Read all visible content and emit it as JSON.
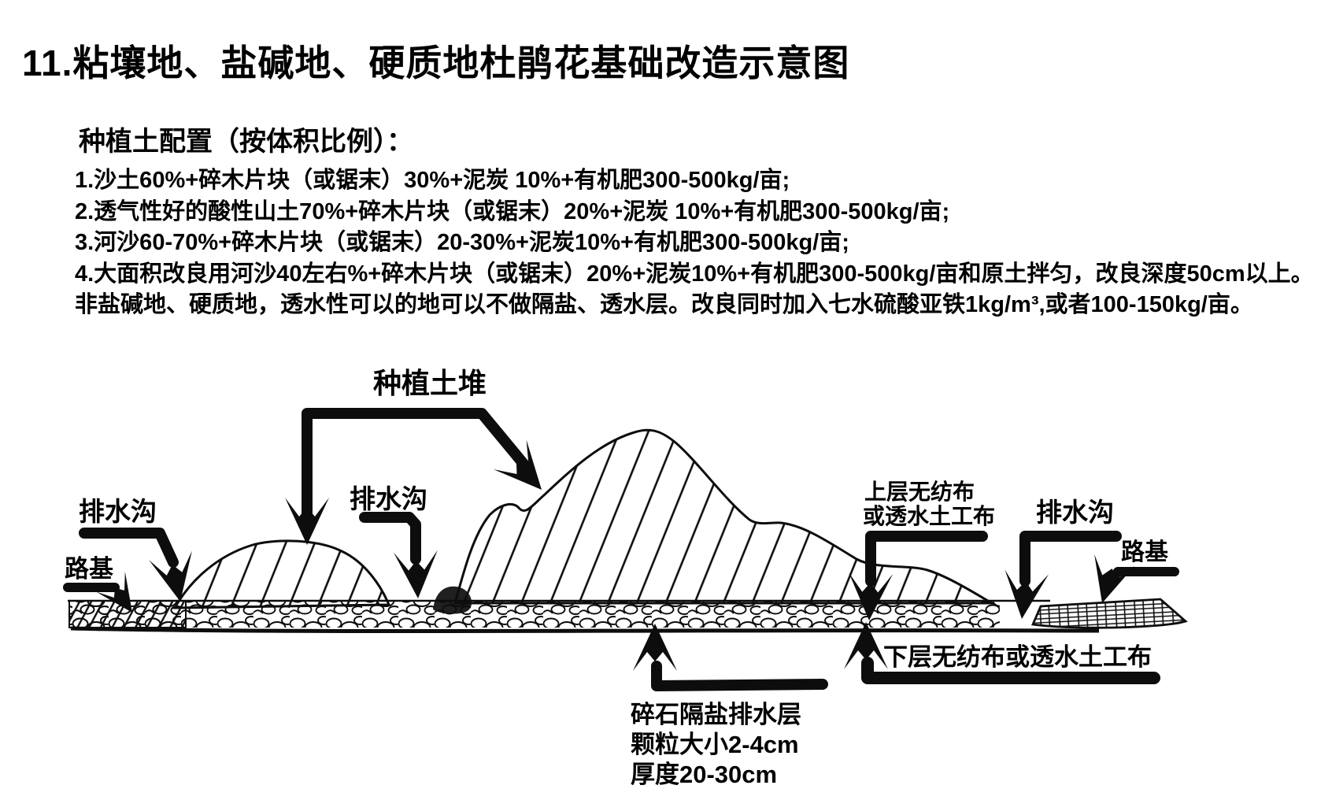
{
  "page": {
    "title": "11.粘壤地、盐碱地、硬质地杜鹃花基础改造示意图",
    "section": {
      "heading": "种植土配置（按体积比例）：",
      "recipes": [
        "1.沙土60%+碎木片块（或锯末）30%+泥炭 10%+有机肥300-500kg/亩;",
        "2.透气性好的酸性山土70%+碎木片块（或锯末）20%+泥炭 10%+有机肥300-500kg/亩;",
        "3.河沙60-70%+碎木片块（或锯末）20-30%+泥炭10%+有机肥300-500kg/亩;",
        "4.大面积改良用河沙40左右%+碎木片块（或锯末）20%+泥炭10%+有机肥300-500kg/亩和原土拌匀，改良深度50cm以上。",
        "非盐碱地、硬质地，透水性可以的地可以不做隔盐、透水层。改良同时加入七水硫酸亚铁1kg/m³,或者100-150kg/亩。"
      ]
    },
    "diagram": {
      "labels": {
        "planting_mound": "种植土堆",
        "drain_left": "排水沟",
        "drain_middle": "排水沟",
        "drain_right": "排水沟",
        "roadbed_left": "路基",
        "roadbed_right": "路基",
        "upper_fabric_line1": "上层无纺布",
        "upper_fabric_line2": "或透水土工布",
        "lower_fabric": "下层无纺布或透水土工布",
        "gravel_layer_line1": "碎石隔盐排水层",
        "gravel_layer_line2": "颗粒大小2-4cm",
        "gravel_layer_line3": "厚度20-30cm"
      },
      "colors": {
        "ink": "#0d0d0d",
        "paper": "#ffffff"
      }
    }
  }
}
